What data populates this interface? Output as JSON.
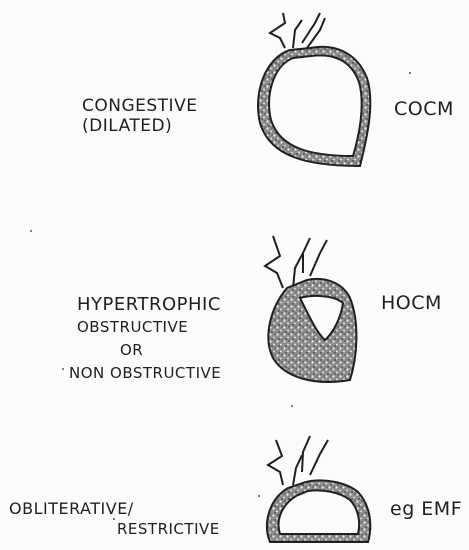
{
  "panels": [
    {
      "id": "congestive",
      "left_lines": [
        "CONGESTIVE",
        "(DILATED)"
      ],
      "right_label": "COCM"
    },
    {
      "id": "hypertrophic",
      "left_lines": [
        "HYPERTROPHIC",
        "OBSTRUCTIVE",
        "OR",
        "NON OBSTRUCTIVE"
      ],
      "right_label": "HOCM"
    },
    {
      "id": "obliterative",
      "left_lines": [
        "OBLITERATIVE/",
        "RESTRICTIVE"
      ],
      "right_label": "eg EMF"
    }
  ],
  "colors": {
    "ink": "#1f1f1f",
    "wall_fill": "#9a9a9a",
    "background": "#fbfbf9"
  },
  "icons": [
    "dilated-heart-icon",
    "hypertrophic-heart-icon",
    "restrictive-heart-icon"
  ]
}
